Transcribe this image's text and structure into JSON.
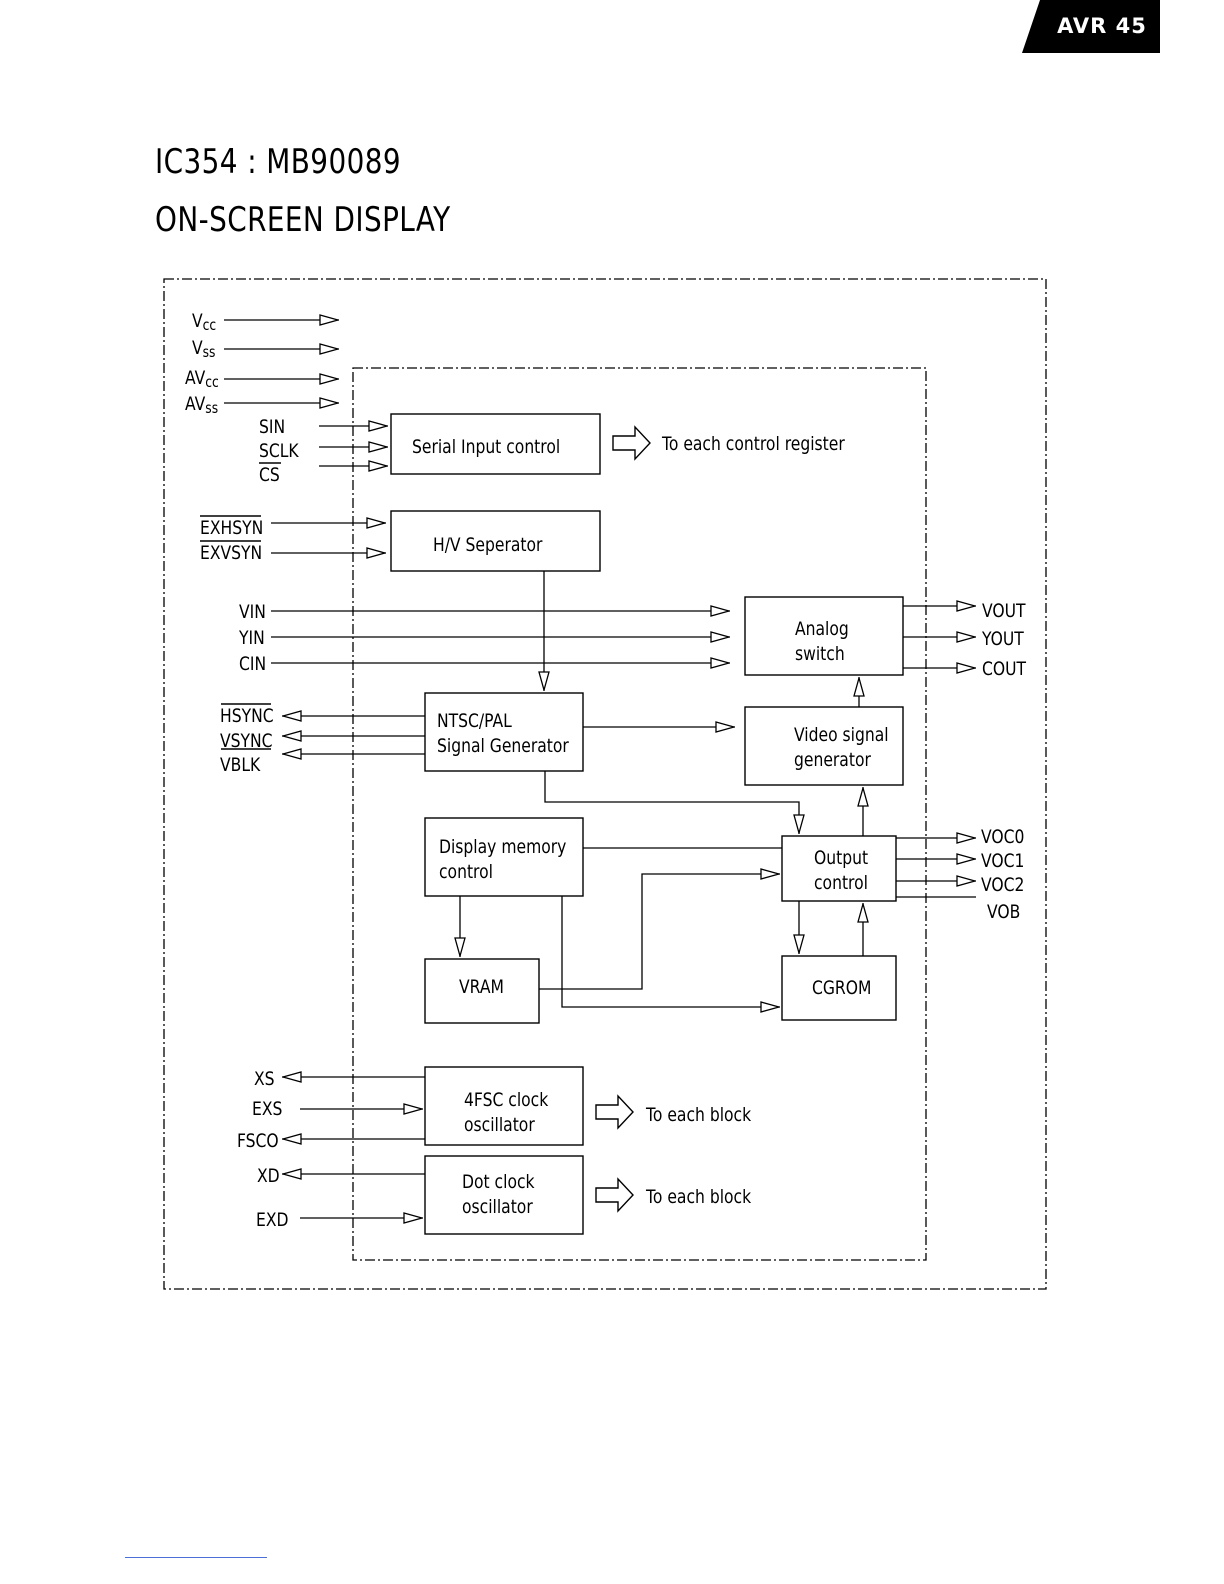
{
  "header": {
    "badge": "AVR 45"
  },
  "title": {
    "line1": "IC354 : MB90089",
    "line2": "ON-SCREEN DISPLAY"
  },
  "blocks": {
    "serial_input": [
      "Serial Input control"
    ],
    "hv_separator": [
      "H/V Seperator"
    ],
    "analog_switch": [
      "Analog",
      "switch"
    ],
    "ntsc_pal": [
      "NTSC/PAL",
      "Signal Generator"
    ],
    "video_signal": [
      "Video signal",
      "generator"
    ],
    "display_memory": [
      "Display memory",
      "control"
    ],
    "output_control": [
      "Output",
      "control"
    ],
    "vram": [
      "VRAM"
    ],
    "cgrom": [
      "CGROM"
    ],
    "fsc_clock": [
      "4FSC clock",
      "oscillator"
    ],
    "dot_clock": [
      "Dot clock",
      "oscillator"
    ]
  },
  "annotations": {
    "to_control_register": "To each control register",
    "to_each_block_1": "To each block",
    "to_each_block_2": "To each block"
  },
  "pins": {
    "power": [
      "Vcc",
      "Vss",
      "AVcc",
      "AVss"
    ],
    "serial": [
      "SIN",
      "SCLK",
      "CS"
    ],
    "sync_in": [
      "EXHSYN",
      "EXVSYN"
    ],
    "video_in": [
      "VIN",
      "YIN",
      "CIN"
    ],
    "video_out": [
      "VOUT",
      "YOUT",
      "COUT"
    ],
    "sync_out": [
      "HSYNC",
      "VSYNC",
      "VBLK"
    ],
    "voc_out": [
      "VOC0",
      "VOC1",
      "VOC2",
      "VOB"
    ],
    "clock_fsc": [
      "XS",
      "EXS",
      "FSCO"
    ],
    "clock_dot": [
      "XD",
      "EXD"
    ]
  }
}
